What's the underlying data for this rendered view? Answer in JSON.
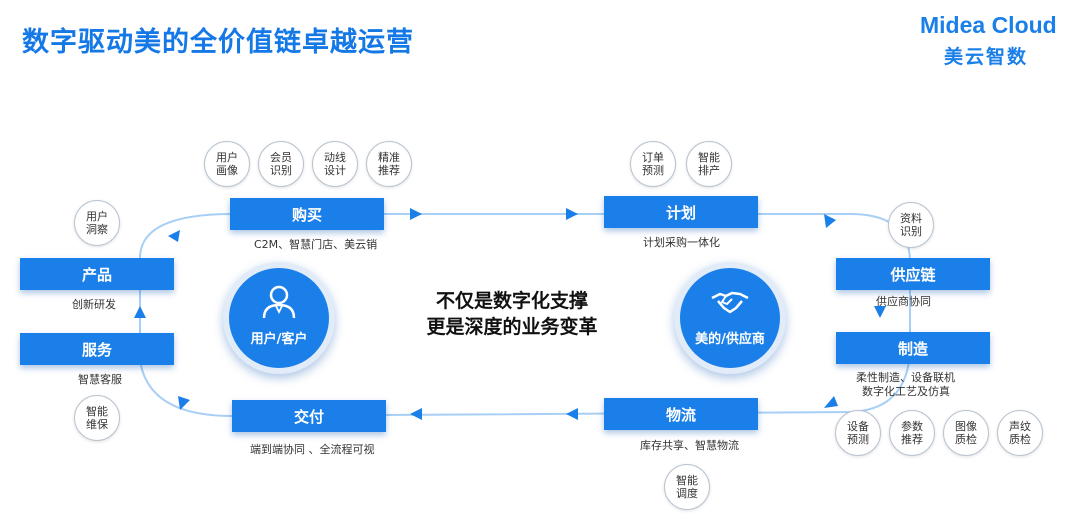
{
  "title": "数字驱动美的全价值链卓越运营",
  "logo": {
    "en": "Midea Cloud",
    "cn": "美云智数"
  },
  "center_text": [
    "不仅是数字化支撑",
    "更是深度的业务变革"
  ],
  "hubs": {
    "left": "用户/客户",
    "right": "美的/供应商"
  },
  "nodes": {
    "goumai": {
      "label": "购买",
      "caption": "C2M、智慧门店、美云销"
    },
    "jihua": {
      "label": "计划",
      "caption": "计划采购一体化"
    },
    "gongyinglian": {
      "label": "供应链",
      "caption": "供应商协同"
    },
    "zhizao": {
      "label": "制造",
      "caption1": "柔性制造、设备联机",
      "caption2": "数字化工艺及仿真"
    },
    "wuliu": {
      "label": "物流",
      "caption": "库存共享、智慧物流"
    },
    "jiaofu": {
      "label": "交付",
      "caption": "端到端协同 、全流程可视"
    },
    "fuwu": {
      "label": "服务",
      "caption": "智慧客服"
    },
    "chanpin": {
      "label": "产品",
      "caption": "创新研发"
    }
  },
  "bubbles": {
    "yonghu_huaxiang": "用户画像",
    "huiyuan_shibie": "会员识别",
    "dongxian_sheji": "动线设计",
    "jingzhun_tuijian": "精准推荐",
    "dingdan_yuce": "订单预测",
    "zhineng_paichan": "智能排产",
    "ziliao_shibie": "资料识别",
    "shebei_yuce": "设备预测",
    "canshu_tuijian": "参数推荐",
    "tuxiang_zhijian": "图像质检",
    "shengwen_zhijian": "声纹质检",
    "zhineng_diaodu": "智能调度",
    "zhineng_weibao": "智能维保",
    "yonghu_dongcha": "用户洞察"
  },
  "colors": {
    "accent": "#1a7fe8",
    "title": "#1478e6",
    "flow_line": "#a8cff5",
    "arrow": "#1a7fe8"
  }
}
